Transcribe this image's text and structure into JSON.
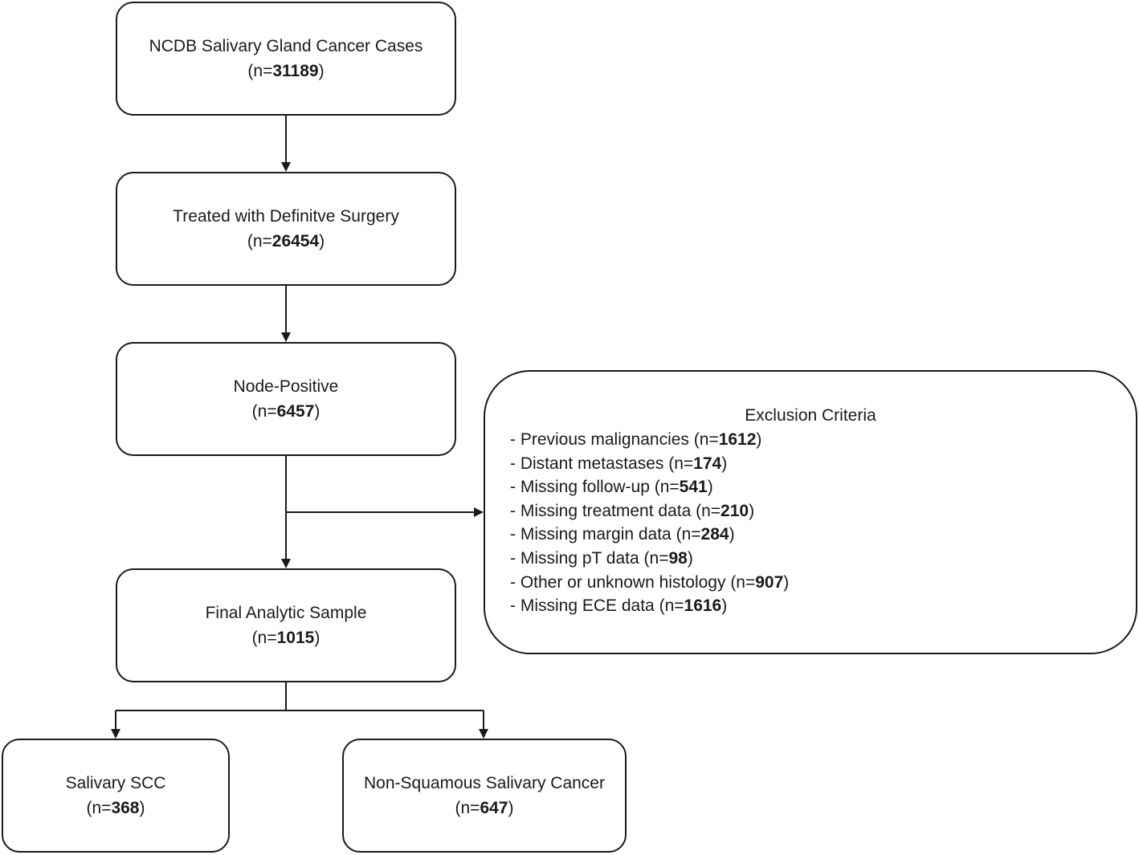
{
  "flow_boxes": {
    "ncdb": {
      "label": "NCDB Salivary Gland Cancer Cases",
      "n": "31189"
    },
    "surgery": {
      "label": "Treated with Definitve Surgery",
      "n": "26454"
    },
    "node": {
      "label": "Node-Positive",
      "n": "6457"
    },
    "final": {
      "label": "Final Analytic Sample",
      "n": "1015"
    },
    "scc": {
      "label": "Salivary SCC",
      "n": "368"
    },
    "nonsq": {
      "label": "Non-Squamous Salivary Cancer",
      "n": "647"
    }
  },
  "count_prefix": "(n=",
  "count_suffix": ")",
  "exclusion": {
    "title": "Exclusion Criteria",
    "items": [
      {
        "label": "- Previous malignancies ",
        "n": "1612"
      },
      {
        "label": "- Distant metastases ",
        "n": "174"
      },
      {
        "label": "- Missing follow-up ",
        "n": "541"
      },
      {
        "label": "- Missing treatment data ",
        "n": "210"
      },
      {
        "label": "- Missing margin data ",
        "n": "284"
      },
      {
        "label": "- Missing pT data ",
        "n": "98"
      },
      {
        "label": "- Other or unknown histology ",
        "n": "907"
      },
      {
        "label": "- Missing ECE data ",
        "n": "1616"
      }
    ]
  },
  "colors": {
    "line": "#1a1a1a",
    "background": "#ffffff"
  }
}
